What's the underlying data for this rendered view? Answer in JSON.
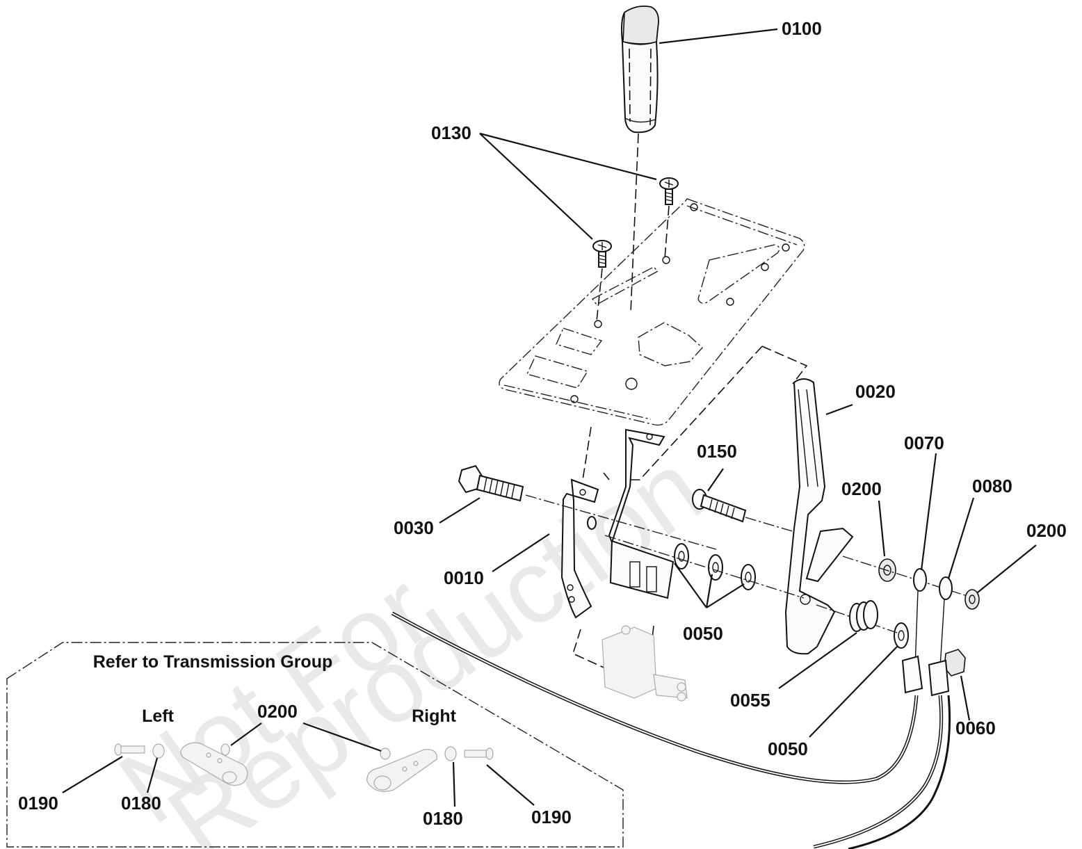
{
  "labels": {
    "p0100": "0100",
    "p0130": "0130",
    "p0020": "0020",
    "p0150": "0150",
    "p0070": "0070",
    "p0080": "0080",
    "p0200_a": "0200",
    "p0200_b": "0200",
    "p0030": "0030",
    "p0010": "0010",
    "p0050_a": "0050",
    "p0055": "0055",
    "p0060": "0060",
    "p0050_b": "0050",
    "p0200_c": "0200",
    "p0190_a": "0190",
    "p0180_a": "0180",
    "p0180_b": "0180",
    "p0190_b": "0190"
  },
  "inset": {
    "title": "Refer to Transmission Group",
    "left_label": "Left",
    "right_label": "Right"
  },
  "watermark": {
    "line1": "Not For",
    "line2": "Reproduction"
  }
}
